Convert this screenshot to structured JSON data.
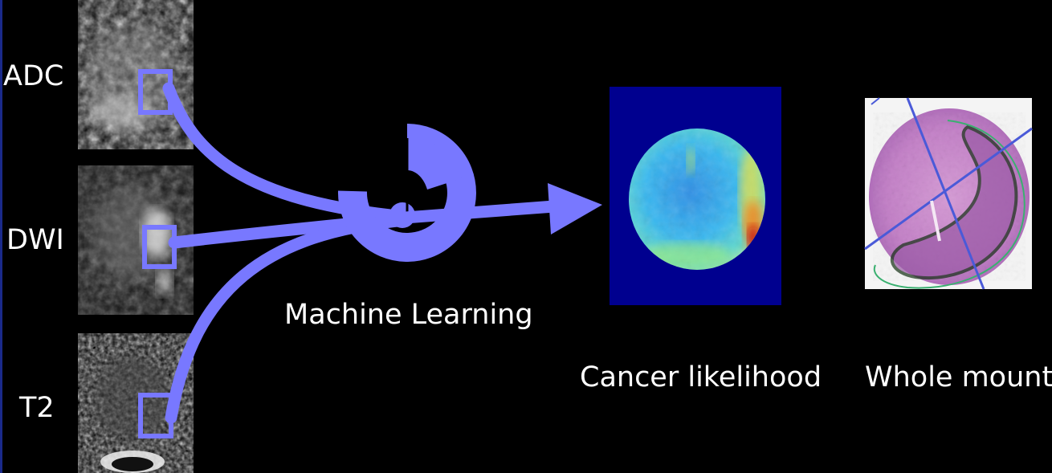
{
  "labels": {
    "adc": "ADC",
    "dwi": "DWI",
    "t2": "T2",
    "machine_learning": "Machine Learning",
    "cancer_likelihood": "Cancer likelihood",
    "whole_mount": "Whole mount"
  },
  "colors": {
    "background": "#000000",
    "accent": "#7878ff",
    "text": "#ffffff",
    "heatmap_background": "#00008f",
    "histology": "#c68cc8"
  },
  "icons": {
    "ml": "spiral-logo-icon"
  }
}
